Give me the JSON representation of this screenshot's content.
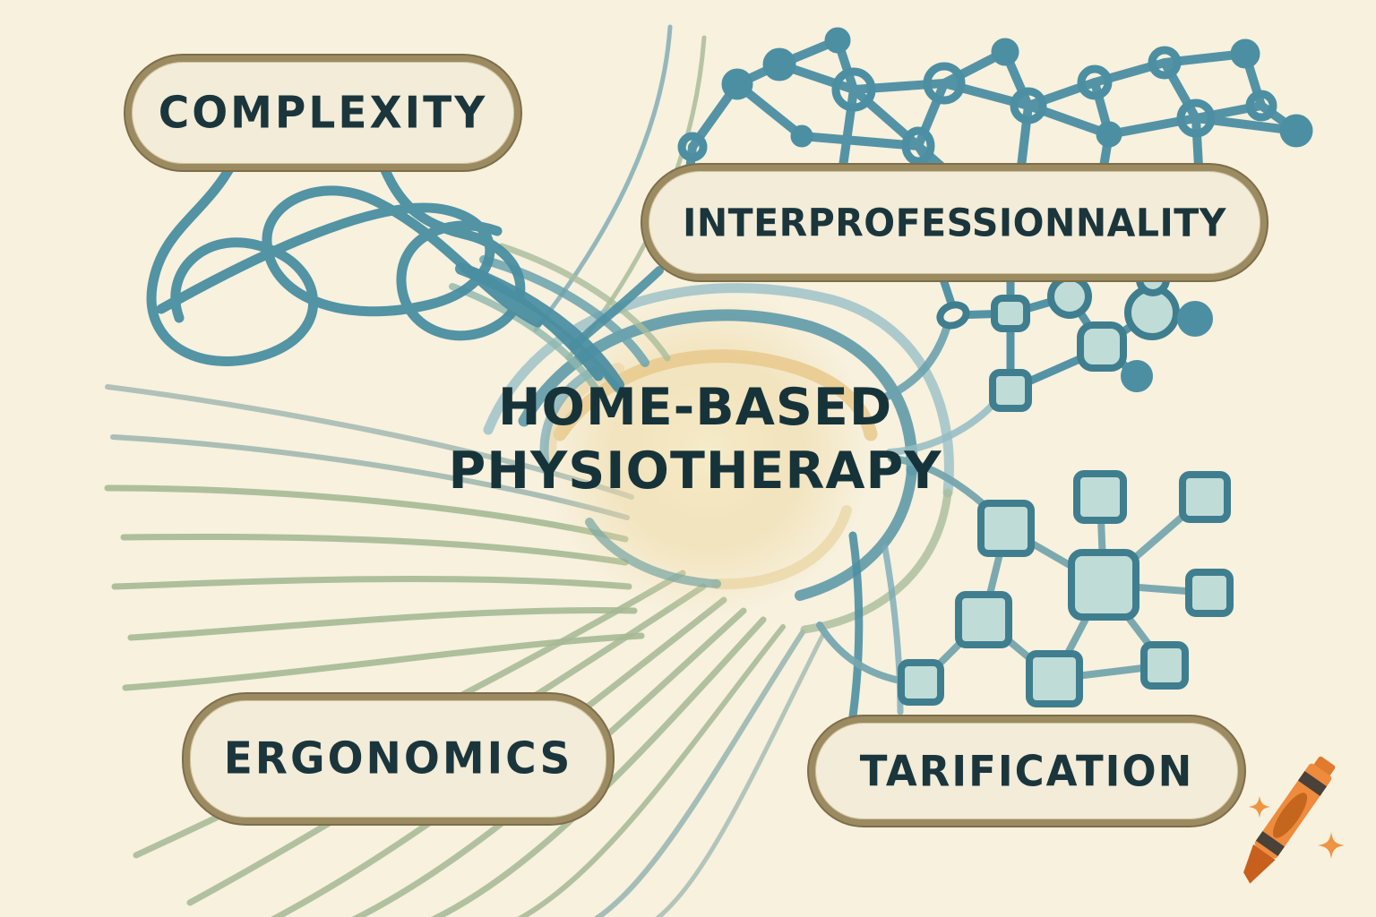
{
  "title": {
    "line1": "HOME-BASED",
    "line2": "PHYSIOTHERAPY"
  },
  "labels": {
    "complexity": "COMPLEXITY",
    "interprofessionnality": "INTERPROFESSIONNALITY",
    "ergonomics": "ERGONOMICS",
    "tarification": "TARIFICATION"
  },
  "icons": {
    "tangle": "tangle-scribble-icon",
    "mesh": "mesh-network-icon",
    "nodes": "node-network-icon",
    "squares": "square-network-icon",
    "swirl": "vortex-swirl-icon",
    "flow": "flow-lines-icon",
    "logo": "crayon-logo-icon",
    "sparkles": "sparkle-icon"
  },
  "colors": {
    "background": "#f7f1de",
    "pill_fill": "#f2ecd8",
    "pill_border": "#9c8b61",
    "text_dark": "#1b353c",
    "teal": "#4c8fa2",
    "teal_light": "#79aab6",
    "pale_arc": "#93bcc4",
    "sage": "#a5b994",
    "gray_sage": "#9cb5ae",
    "node_fill": "#c0dcd7",
    "node_border": "#3f7e8f",
    "edge_soft": "#76a6ae",
    "glow_yellow": "#e9cd92",
    "crayon_orange": "#ef8b3d",
    "crayon_dark": "#4a4138",
    "crayon_shade": "#c4661e",
    "sparkle_orange": "#ef9440"
  }
}
